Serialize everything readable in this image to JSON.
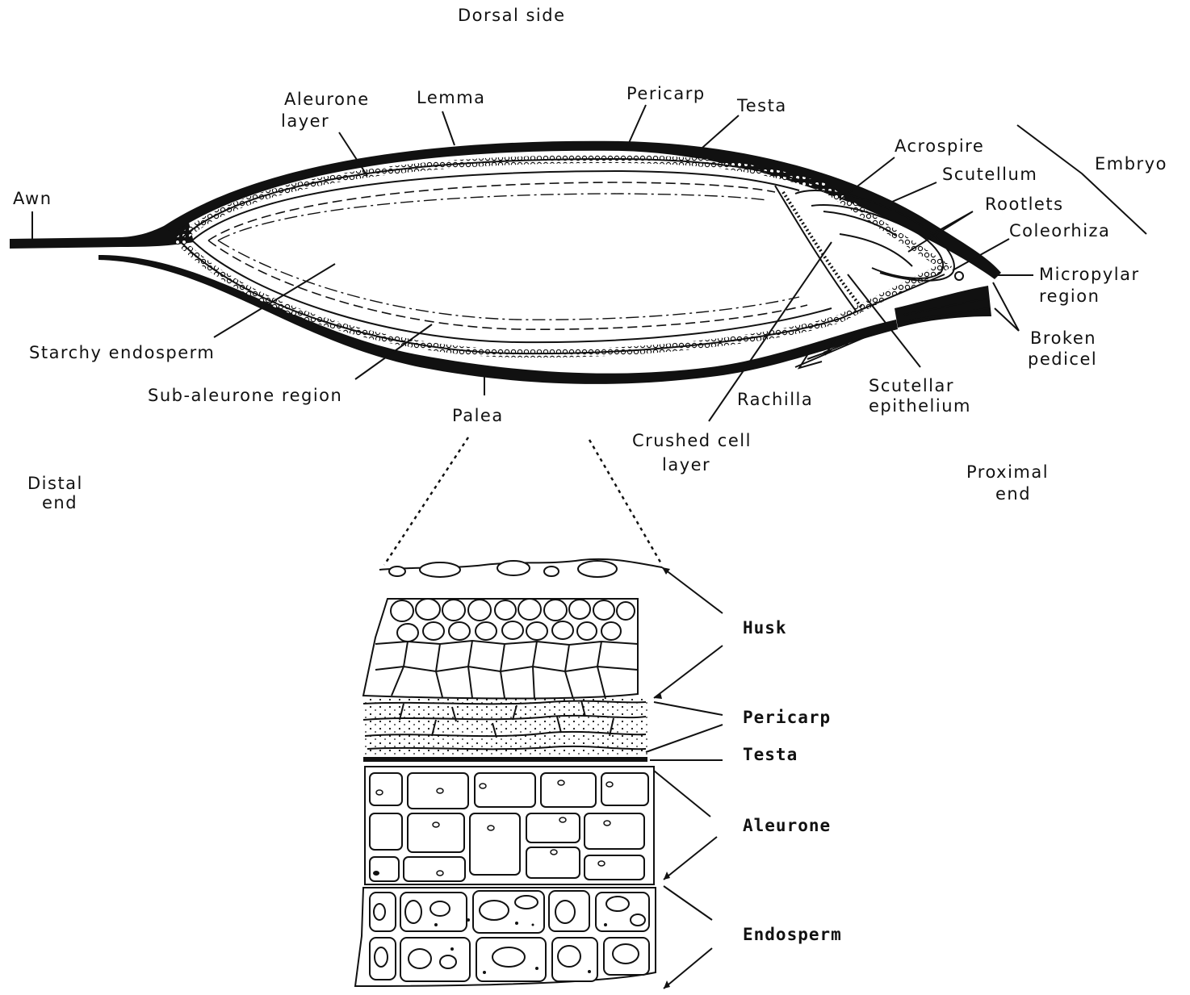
{
  "labels": {
    "dorsal_side": "Dorsal side",
    "awn": "Awn",
    "aleurone_layer_1": "Aleurone",
    "aleurone_layer_2": "layer",
    "lemma": "Lemma",
    "pericarp": "Pericarp",
    "testa": "Testa",
    "acrospire": "Acrospire",
    "embryo": "Embryo",
    "scutellum": "Scutellum",
    "rootlets": "Rootlets",
    "coleorhiza": "Coleorhiza",
    "micropylar_1": "Micropylar",
    "micropylar_2": "region",
    "broken_pedicel_1": "Broken",
    "broken_pedicel_2": "pedicel",
    "scutellar_epithelium_1": "Scutellar",
    "scutellar_epithelium_2": "epithelium",
    "rachilla": "Rachilla",
    "crushed_cell_1": "Crushed  cell",
    "crushed_cell_2": "layer",
    "palea": "Palea",
    "sub_aleurone": "Sub-aleurone  region",
    "starchy_endosperm": "Starchy  endosperm",
    "distal_end_1": "Distal",
    "distal_end_2": "end",
    "proximal_end_1": "Proximal",
    "proximal_end_2": "end"
  },
  "detail_labels": {
    "husk": "Husk",
    "pericarp": "Pericarp",
    "testa": "Testa",
    "aleurone": "Aleurone",
    "endosperm": "Endosperm"
  }
}
